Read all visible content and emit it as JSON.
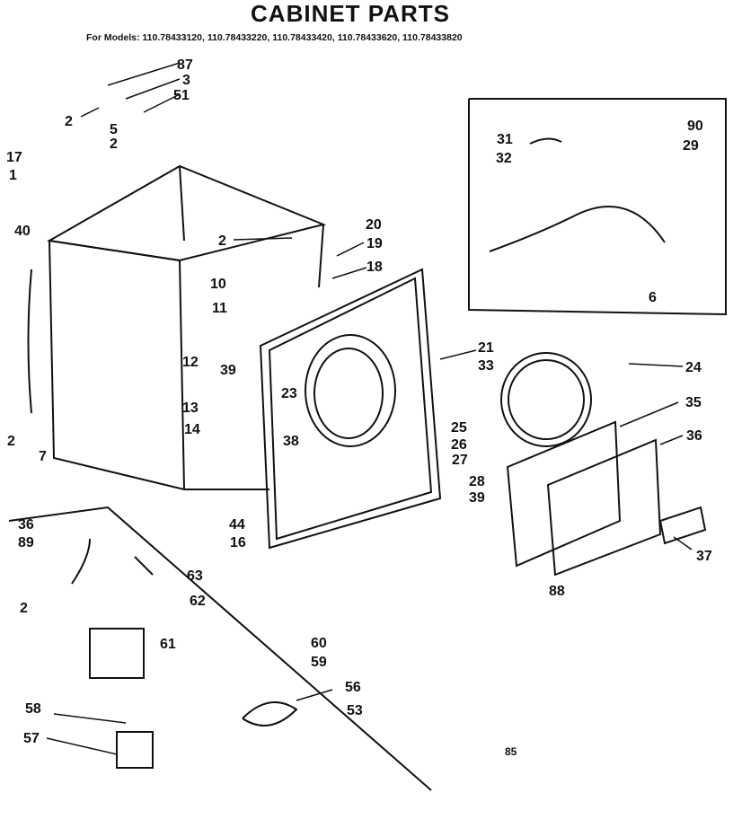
{
  "header": {
    "title": "CABINET PARTS",
    "models": "For Models: 110.78433120, 110.78433220, 110.78433420, 110.78433620, 110.78433820"
  },
  "page_number": "85",
  "callouts": [
    "87",
    "3",
    "51",
    "2",
    "5",
    "2",
    "17",
    "1",
    "40",
    "2",
    "20",
    "19",
    "18",
    "10",
    "11",
    "12",
    "39",
    "13",
    "14",
    "23",
    "38",
    "21",
    "33",
    "2",
    "7",
    "44",
    "16",
    "31",
    "90",
    "29",
    "32",
    "6",
    "24",
    "35",
    "25",
    "26",
    "36",
    "27",
    "28",
    "39",
    "37",
    "88",
    "36",
    "89",
    "63",
    "2",
    "62",
    "61",
    "60",
    "59",
    "56",
    "58",
    "53",
    "57"
  ]
}
